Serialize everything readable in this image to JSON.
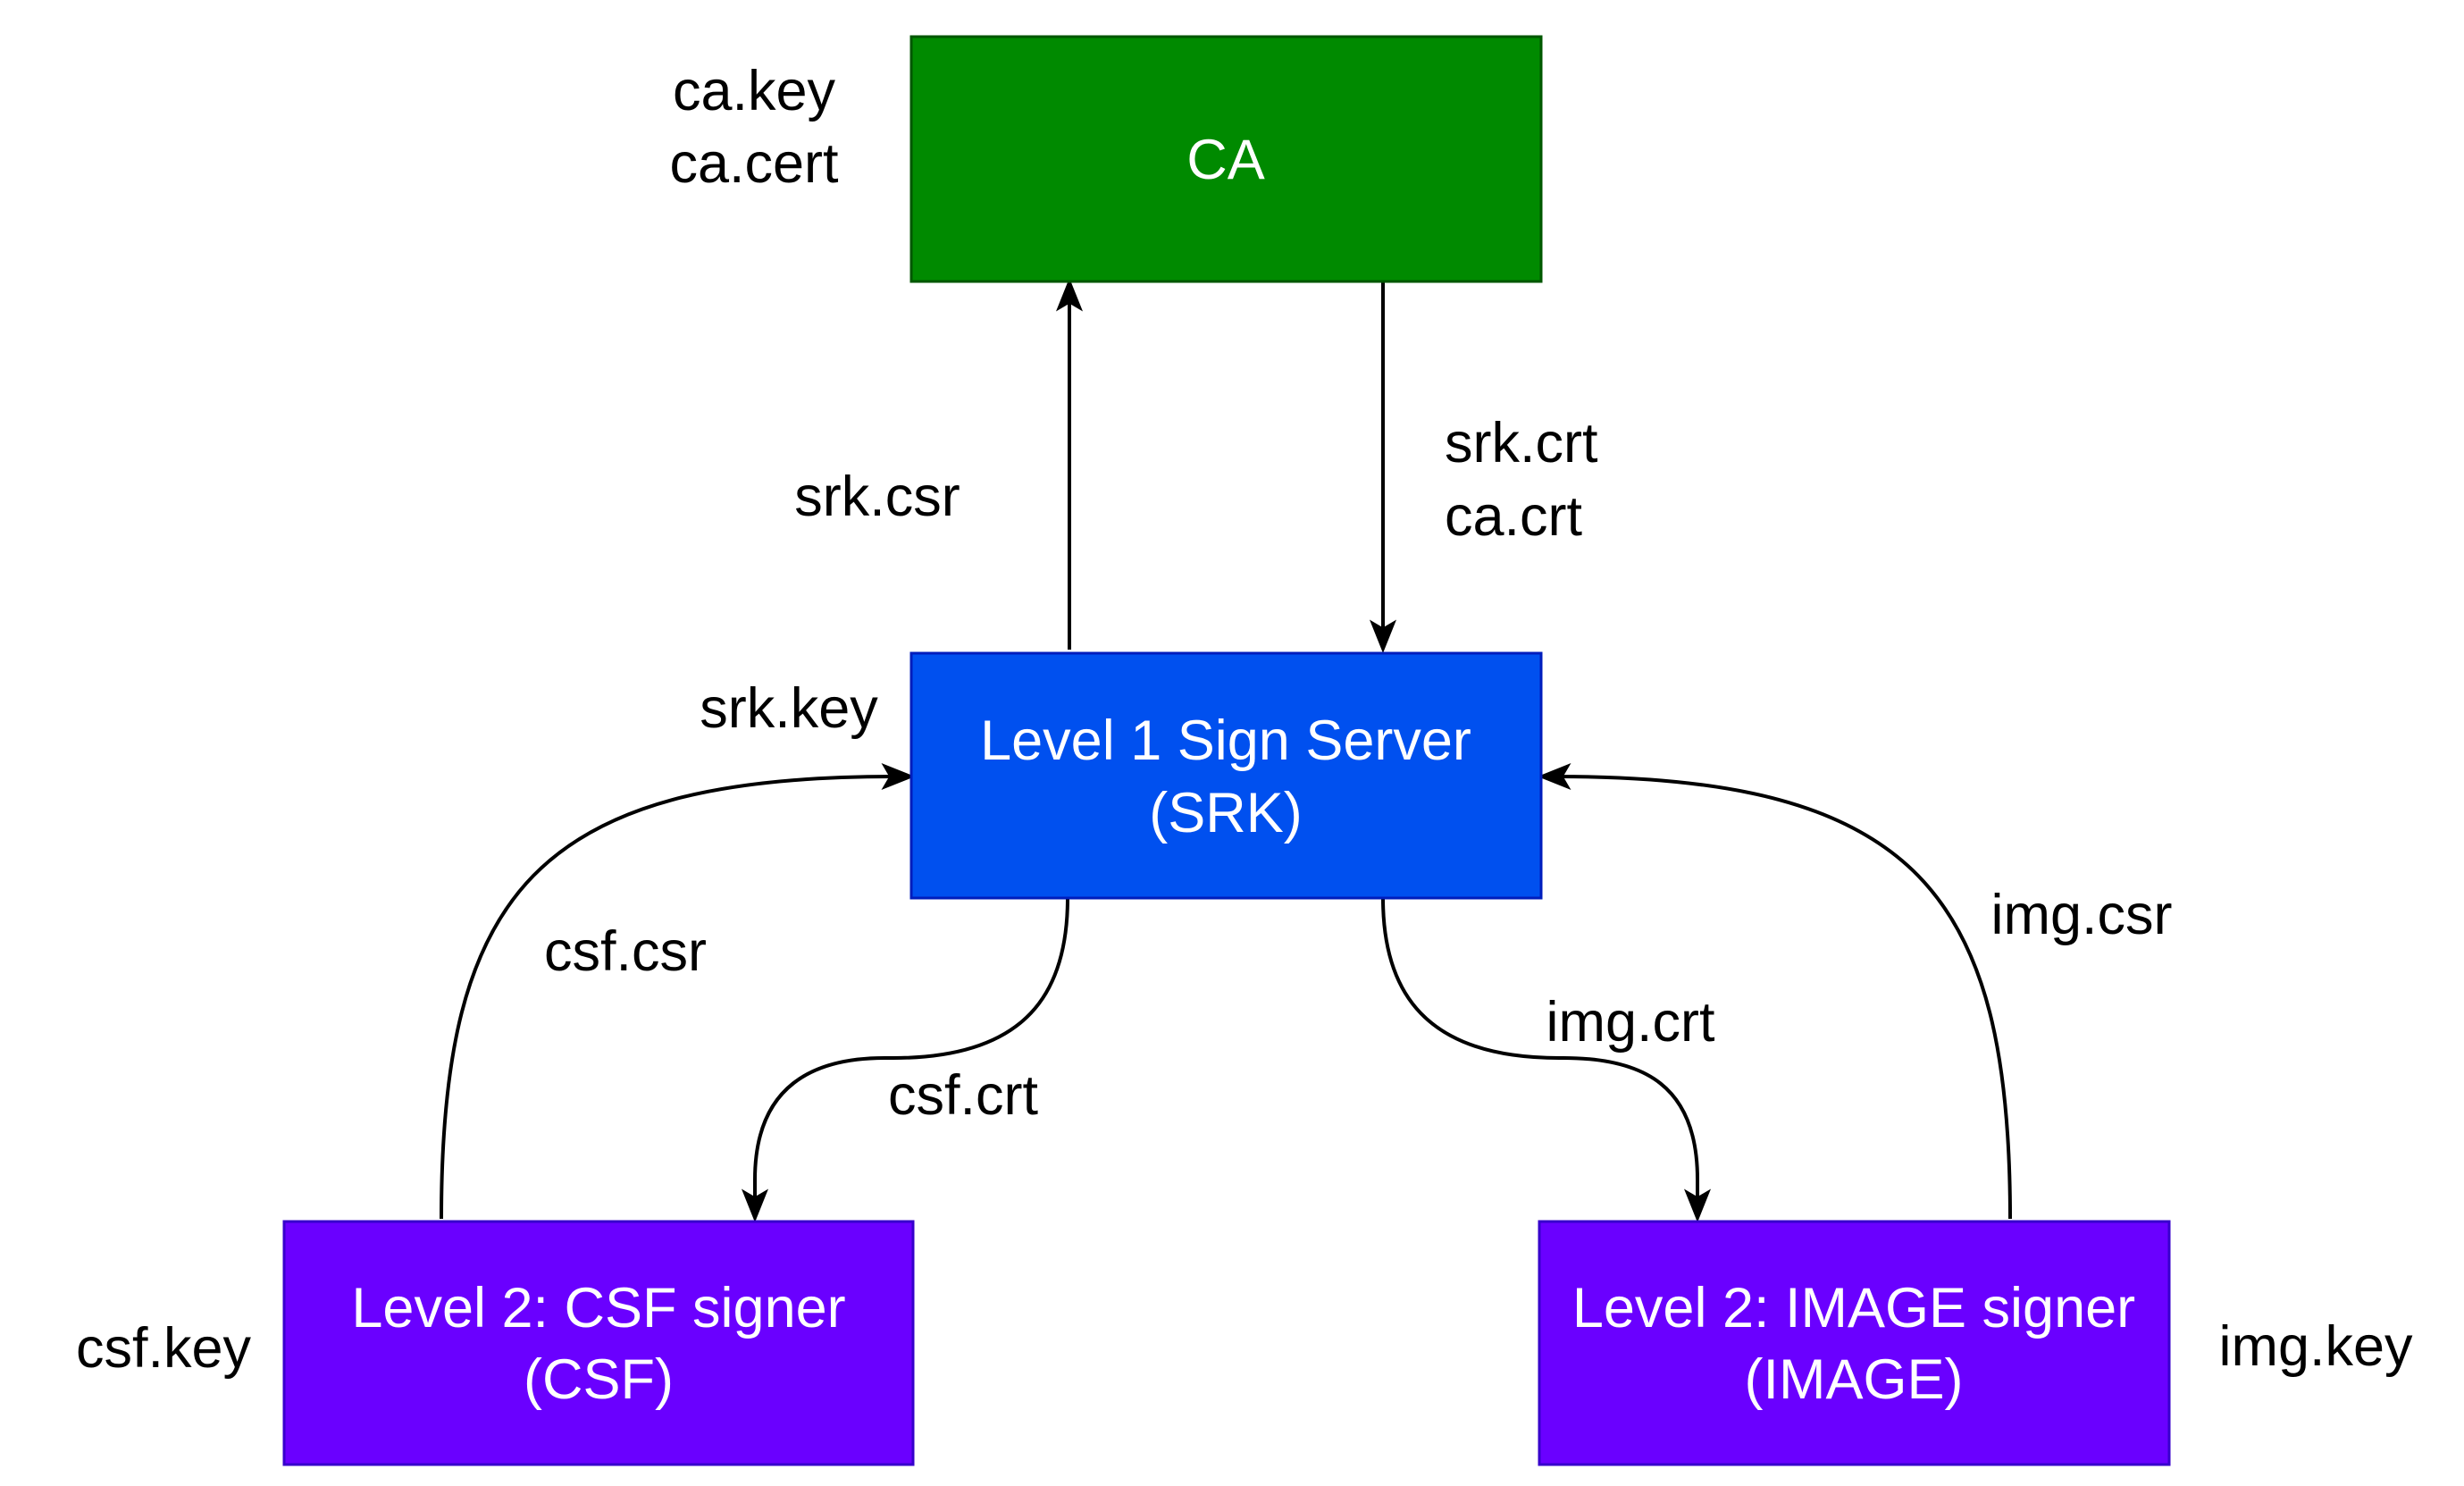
{
  "nodes": {
    "ca": {
      "label": "CA",
      "fill": "#008a00",
      "stroke": "#005700"
    },
    "srk": {
      "line1": "Level 1 Sign Server",
      "line2": "(SRK)",
      "fill": "#0050ef",
      "stroke": "#001dbc"
    },
    "csf": {
      "line1": "Level 2: CSF signer",
      "line2": "(CSF)",
      "fill": "#6a00ff",
      "stroke": "#3700cc"
    },
    "image": {
      "line1": "Level 2: IMAGE signer",
      "line2": "(IMAGE)",
      "fill": "#6a00ff",
      "stroke": "#3700cc"
    }
  },
  "key_labels": {
    "ca_key": "ca.key",
    "ca_cert": "ca.cert",
    "srk_key": "srk.key",
    "csf_key": "csf.key",
    "img_key": "img.key"
  },
  "edge_labels": {
    "srk_csr": "srk.csr",
    "srk_crt": "srk.crt",
    "ca_crt": "ca.crt",
    "csf_csr": "csf.csr",
    "csf_crt": "csf.crt",
    "img_crt": "img.crt",
    "img_csr": "img.csr"
  }
}
